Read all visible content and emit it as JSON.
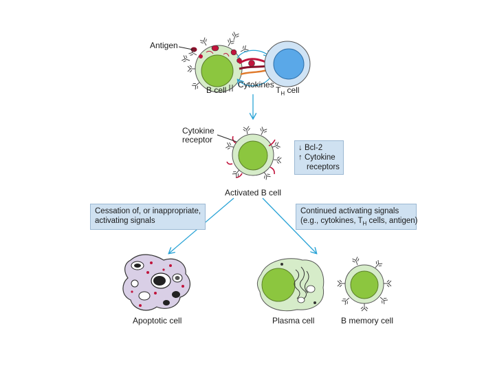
{
  "labels": {
    "antigen": "Antigen",
    "b_cell": "B cell",
    "cytokines": "Cytokines",
    "th_cell_main": "T",
    "th_cell_sub": "H",
    "th_cell_rest": "cell",
    "cytokine_receptor_1": "Cytokine",
    "cytokine_receptor_2": "receptor",
    "activated_b_cell": "Activated B cell",
    "apoptotic_cell": "Apoptotic cell",
    "plasma_cell": "Plasma cell",
    "b_memory_cell": "B memory cell"
  },
  "boxes": {
    "activation": {
      "line1_arrow": "↓",
      "line1": "Bcl-2",
      "line2_arrow": "↑",
      "line2": "Cytokine",
      "line3": "receptors"
    },
    "cessation": {
      "line1": "Cessation of, or inappropriate,",
      "line2": "activating signals"
    },
    "continued": {
      "line1": "Continued activating signals",
      "line2_pre": "(e.g., cytokines, T",
      "line2_sub": "H",
      "line2_post": " cells, antigen)"
    }
  },
  "colors": {
    "cell_membrane": "#d6ecc9",
    "nucleus": "#8cc63f",
    "th_membrane": "#cfe3f5",
    "th_nucleus": "#5aa8e8",
    "arrow": "#29a3d6",
    "receptor_red": "#c0143c",
    "apoptotic_fill": "#d9cfe6",
    "box_fill": "#cfe1f1"
  }
}
